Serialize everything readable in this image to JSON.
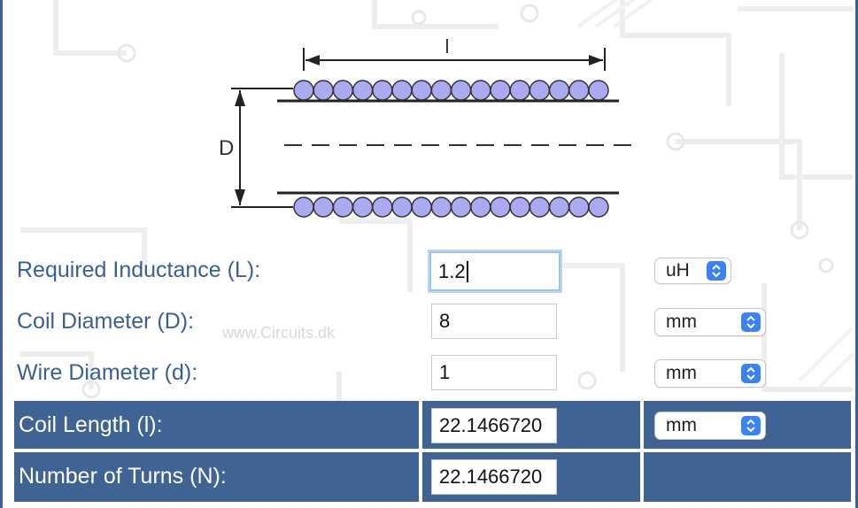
{
  "diagram": {
    "length_symbol": "l",
    "diameter_symbol": "D"
  },
  "watermark": "www.Circuits.dk",
  "form": {
    "inductance": {
      "label": "Required Inductance (L):",
      "value": "1.2",
      "unit": "uH"
    },
    "coil_diameter": {
      "label": "Coil Diameter (D):",
      "value": "8",
      "unit": "mm"
    },
    "wire_diameter": {
      "label": "Wire Diameter (d):",
      "value": "1",
      "unit": "mm"
    },
    "coil_length": {
      "label": "Coil Length (l):",
      "value": "22.1466720",
      "unit": "mm"
    },
    "turns": {
      "label": "Number of Turns (N):",
      "value": "22.1466720"
    }
  },
  "colors": {
    "label_text": "#3a5f96",
    "result_band": "#3f6493",
    "coil_wire": "#aaaaf0",
    "select_arrow": "#3b82f6"
  },
  "icons": [
    "updown-arrows-icon"
  ]
}
